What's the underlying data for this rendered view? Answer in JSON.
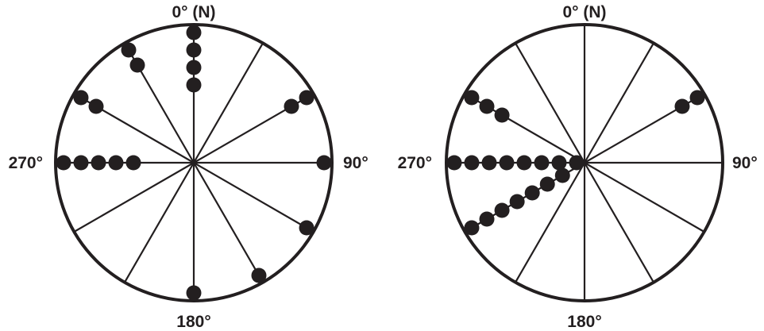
{
  "colors": {
    "ink": "#231f20",
    "background": "#ffffff"
  },
  "diagrams": [
    {
      "id": "left",
      "labels": {
        "north": "0° (N)",
        "east": "90°",
        "south": "180°",
        "west": "270°"
      },
      "spokes_degrees": [
        0,
        30,
        60,
        90,
        120,
        150,
        180,
        210,
        240,
        270,
        300,
        330
      ],
      "dots": [
        {
          "bearing": 0,
          "count": 4
        },
        {
          "bearing": 60,
          "count": 2
        },
        {
          "bearing": 90,
          "count": 1
        },
        {
          "bearing": 120,
          "count": 1
        },
        {
          "bearing": 150,
          "count": 1
        },
        {
          "bearing": 180,
          "count": 1
        },
        {
          "bearing": 270,
          "count": 5
        },
        {
          "bearing": 300,
          "count": 2
        },
        {
          "bearing": 330,
          "count": 2
        }
      ]
    },
    {
      "id": "right",
      "labels": {
        "north": "0° (N)",
        "east": "90°",
        "south": "180°",
        "west": "270°"
      },
      "spokes_degrees": [
        0,
        30,
        60,
        90,
        120,
        150,
        180,
        210,
        240,
        270,
        300,
        330
      ],
      "dots": [
        {
          "bearing": 60,
          "count": 2
        },
        {
          "bearing": 240,
          "count": 7
        },
        {
          "bearing": 270,
          "count": 8
        },
        {
          "bearing": 300,
          "count": 3
        }
      ]
    }
  ]
}
